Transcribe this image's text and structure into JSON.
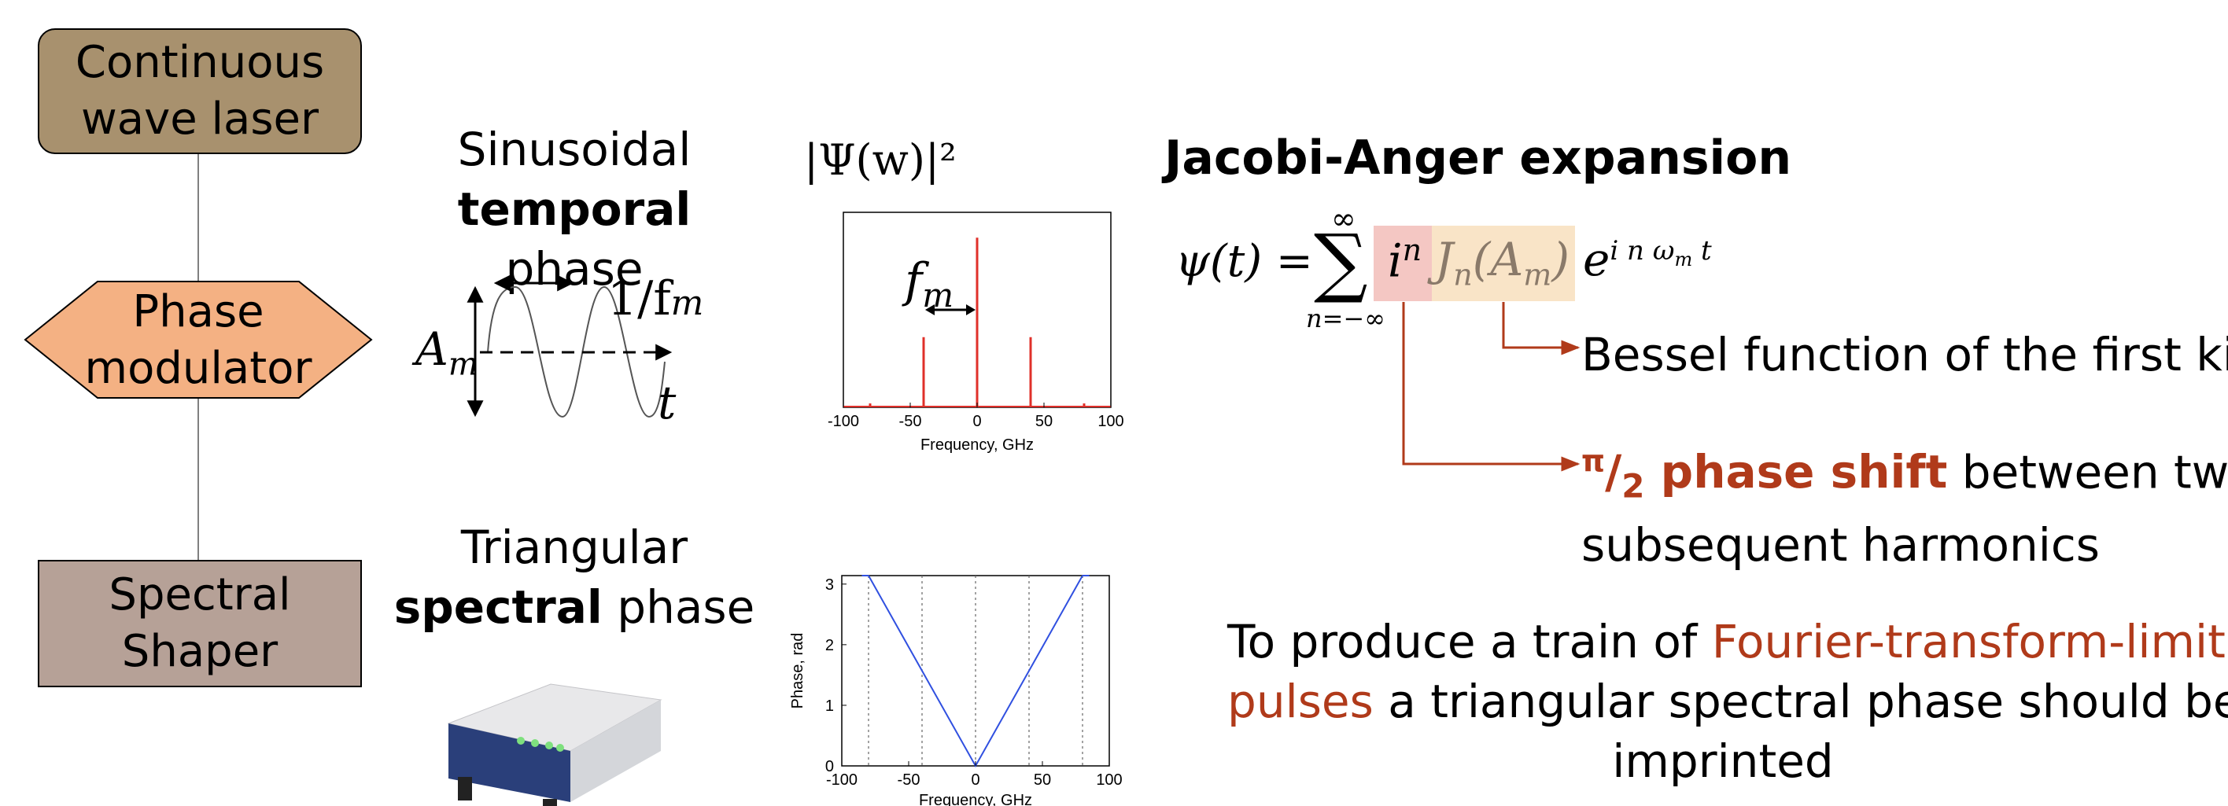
{
  "colors": {
    "laser_fill": "#a8916e",
    "modulator_fill": "#f4b183",
    "shaper_fill": "#b6a197",
    "accent_red": "#b03a1a",
    "highlight_pink": "#f4c7c3",
    "highlight_tan": "#f9e4c7",
    "spectrum_red": "#e0302a",
    "phase_blue": "#3050e0"
  },
  "blocks": {
    "laser": [
      "Continuous",
      "wave laser"
    ],
    "modulator": [
      "Phase",
      "modulator"
    ],
    "shaper": [
      "Spectral",
      "Shaper"
    ]
  },
  "temporal": {
    "line1": "Sinusoidal",
    "bold": "temporal",
    "rest": " phase",
    "period_label": "1/f",
    "period_sub": "m",
    "amp_label": "A",
    "amp_sub": "m",
    "t_label": "t"
  },
  "spectral": {
    "line1": "Triangular",
    "bold": "spectral",
    "rest": " phase"
  },
  "spectrum": {
    "title": "|Ψ(w)|²",
    "fm_label": "f",
    "fm_sub": "m"
  },
  "jacobi": {
    "title": "Jacobi-Anger expansion",
    "lhs": "ψ(t) =",
    "sum_top": "∞",
    "sum_sign": "∑",
    "sum_bottom": "n=−∞",
    "term_i": "i",
    "term_i_exp": "n",
    "term_J": "J",
    "term_J_sub": "n",
    "term_A": "(A",
    "term_A_sub": "m",
    "term_A_close": ")",
    "term_e": "e",
    "term_e_exp": "i n ω",
    "term_e_exp_sub": "m",
    "term_e_exp_t": " t",
    "bessel_note": "Bessel function of the first kind",
    "shift_pi": "π",
    "shift_slash": "/",
    "shift_2": "2",
    "shift_bold": " phase shift",
    "shift_rest": " between two",
    "shift_line2": "subsequent harmonics"
  },
  "conclusion": {
    "part1": "To produce a train of ",
    "red1": "Fourier-transform-limited",
    "red2": "pulses",
    "part2": " a triangular spectral phase should be",
    "line3": "imprinted"
  },
  "chart_data": [
    {
      "type": "line",
      "name": "spectrum",
      "x": [
        -80,
        -40,
        0,
        40,
        80
      ],
      "values": [
        0.02,
        0.36,
        0.87,
        0.36,
        0.02
      ],
      "xlabel": "Frequency, GHz",
      "ylabel": "",
      "xlim": [
        -100,
        100
      ],
      "ylim": [
        0,
        1
      ],
      "xticks": [
        -100,
        -50,
        0,
        50,
        100
      ],
      "grid": false
    },
    {
      "type": "line",
      "name": "phase",
      "x": [
        -80,
        0,
        80
      ],
      "values": [
        3.14,
        0,
        3.14
      ],
      "xlabel": "Frequency, GHz",
      "ylabel": "Phase, rad",
      "xlim": [
        -100,
        100
      ],
      "ylim": [
        0,
        3.14
      ],
      "xticks": [
        -100,
        -50,
        0,
        50,
        100
      ],
      "yticks": [
        0,
        1,
        2,
        3
      ],
      "vlines": [
        -80,
        -40,
        0,
        40,
        80
      ],
      "grid": true
    }
  ]
}
